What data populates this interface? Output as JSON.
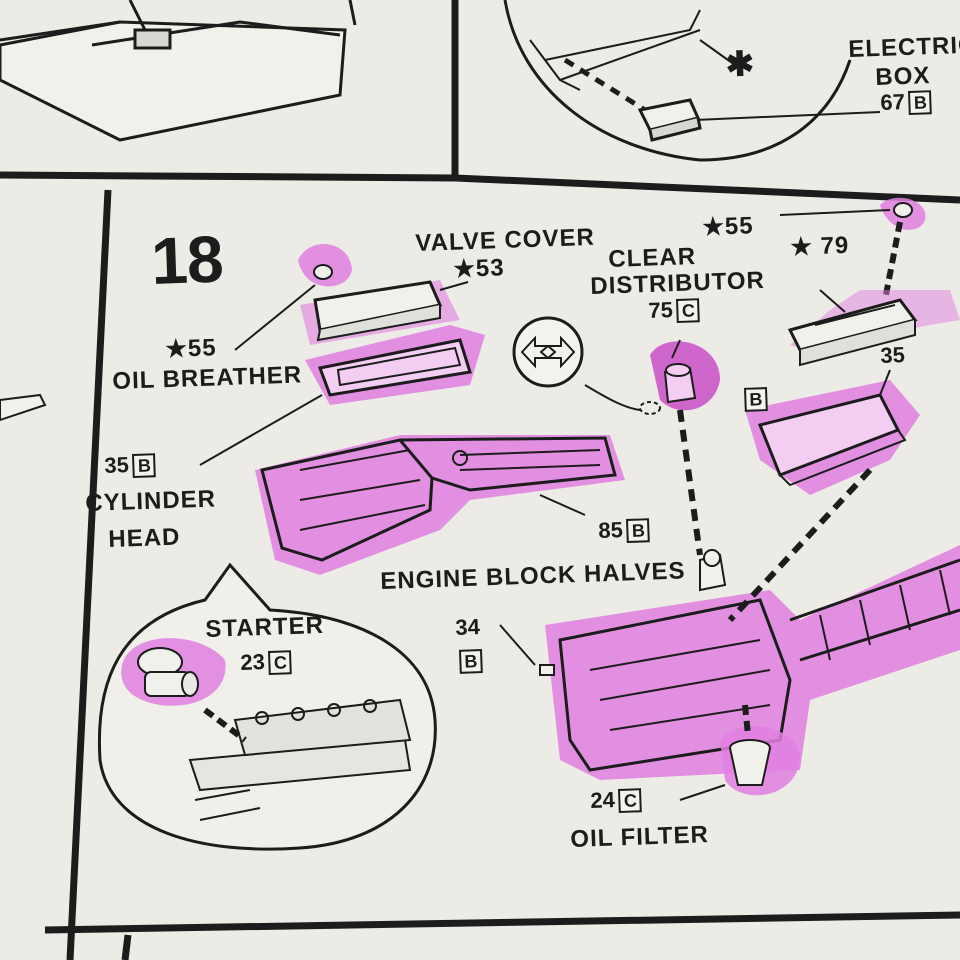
{
  "step": {
    "number": "18"
  },
  "colors": {
    "paper": "#ecebe6",
    "ink": "#1c1c1c",
    "highlight": "#e17fe0"
  },
  "top_panel": {
    "electric_box_line1": "ELECTRIC",
    "electric_box_line2": "BOX",
    "electric_box_part": "67",
    "electric_box_tree": "B",
    "asterisk": "✱"
  },
  "parts": {
    "valve_cover_title": "VALVE COVER",
    "valve_cover_part": "★53",
    "star55_left": "★55",
    "oil_breather": "OIL BREATHER",
    "cylinder_head_part": "35",
    "cylinder_head_tree": "B",
    "cylinder_head_line1": "CYLINDER",
    "cylinder_head_line2": "HEAD",
    "clear_distributor_line1": "CLEAR",
    "clear_distributor_line2": "DISTRIBUTOR",
    "distributor_part": "75",
    "distributor_tree": "C",
    "star55_right": "★55",
    "star79": "★ 79",
    "right_head_part": "35",
    "right_head_tree": "B",
    "engine_half_part": "85",
    "engine_half_tree": "B",
    "engine_block_halves": "ENGINE BLOCK HALVES",
    "engine_block_part": "34",
    "engine_block_tree": "B",
    "starter_title": "STARTER",
    "starter_part": "23",
    "starter_tree": "C",
    "oil_filter_part": "24",
    "oil_filter_tree": "C",
    "oil_filter_title": "OIL FILTER"
  }
}
